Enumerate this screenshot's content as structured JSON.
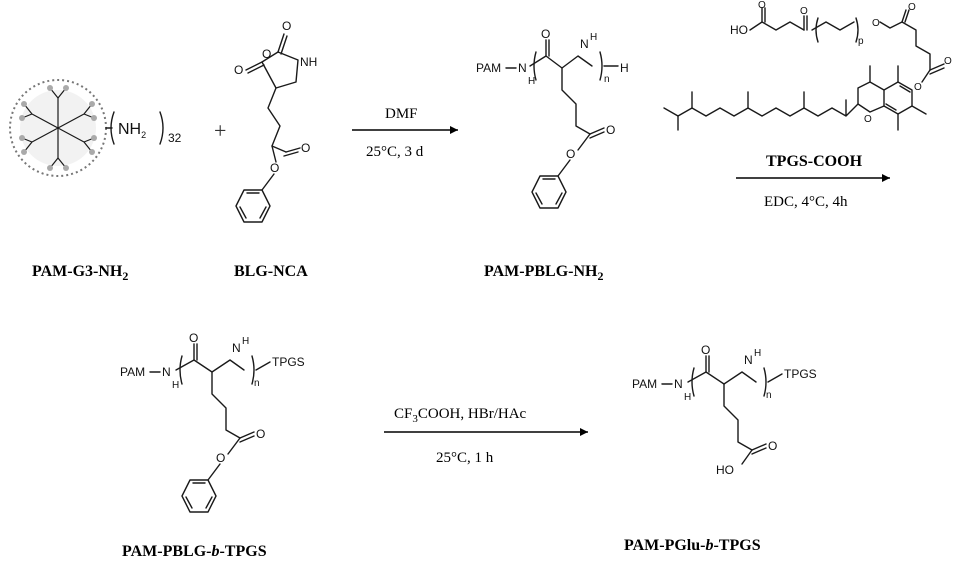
{
  "compounds": {
    "pam_g3": {
      "label_prefix": "PAM-G3-NH",
      "label_sub": "2",
      "group": "NH",
      "group_sub": "2",
      "count": "32"
    },
    "blg_nca": {
      "label": "BLG-NCA",
      "atoms": {
        "o": "O",
        "nh": "NH"
      }
    },
    "pam_pblg_nh2": {
      "label_prefix": "PAM-PBLG-NH",
      "label_sub": "2",
      "atoms": {
        "pam": "PAM",
        "nh": "N",
        "h": "H",
        "n": "n",
        "h_end": "H"
      }
    },
    "tpgs_cooh": {
      "atoms": {
        "ho": "HO",
        "p": "p"
      }
    },
    "pam_pblg_b_tpgs": {
      "label_a": "PAM-PBLG-",
      "label_b": "b",
      "label_c": "-TPGS",
      "atoms": {
        "pam": "PAM",
        "tpgs": "TPGS",
        "n": "n",
        "h": "H",
        "nn": "N"
      }
    },
    "pam_pglu_b_tpgs": {
      "label_a": "PAM-PGlu-",
      "label_b": "b",
      "label_c": "-TPGS",
      "atoms": {
        "pam": "PAM",
        "tpgs": "TPGS",
        "n": "n",
        "h": "H",
        "nn": "N",
        "ho": "HO"
      }
    }
  },
  "steps": {
    "step1": {
      "top": "DMF",
      "bottom": "25°C, 3 d"
    },
    "step2": {
      "top": "TPGS-COOH",
      "bottom": "EDC, 4°C, 4h"
    },
    "step3": {
      "top_a": "CF",
      "top_sub": "3",
      "top_b": "COOH, HBr/HAc",
      "bottom": "25°C, 1 h"
    }
  },
  "symbols": {
    "plus": "+"
  }
}
